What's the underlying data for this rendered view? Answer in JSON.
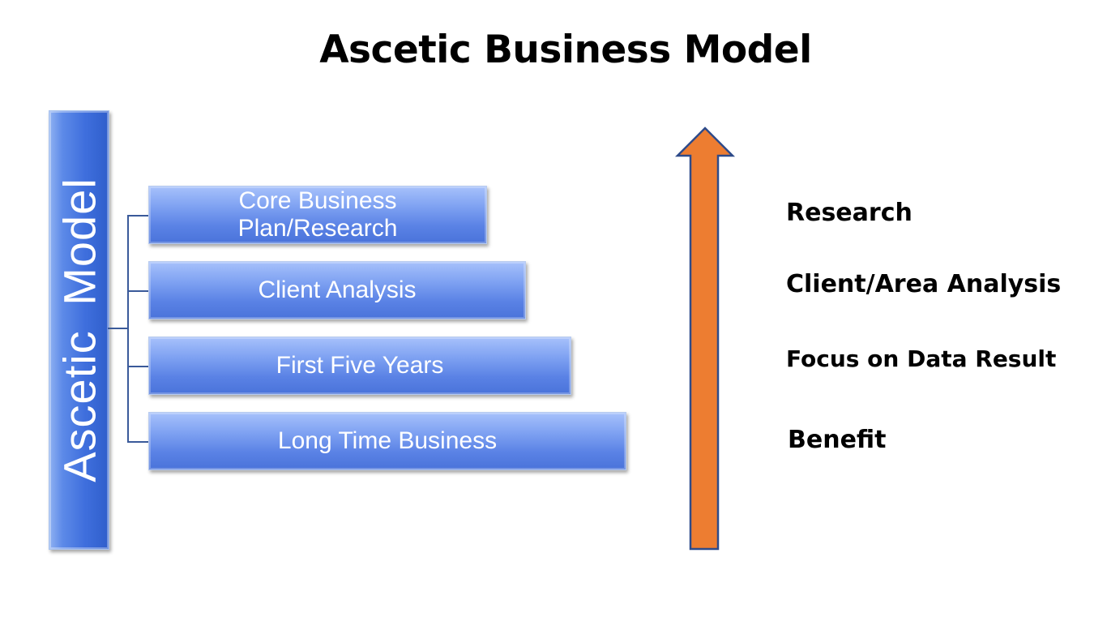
{
  "title": "Ascetic Business Model",
  "diagram": {
    "root": {
      "label": "Ascetic  Model",
      "color": "#4472e0"
    },
    "steps": [
      {
        "label": "Core Business Plan/Research"
      },
      {
        "label": "Client Analysis"
      },
      {
        "label": "First Five Years"
      },
      {
        "label": "Long Time Business"
      }
    ],
    "arrow": {
      "direction": "up",
      "fill": "#ed7d31",
      "stroke": "#2e4b8a"
    },
    "side_labels": [
      {
        "label": "Research"
      },
      {
        "label": "Client/Area Analysis"
      },
      {
        "label": "Focus on Data Result"
      },
      {
        "label": "Benefit"
      }
    ]
  }
}
